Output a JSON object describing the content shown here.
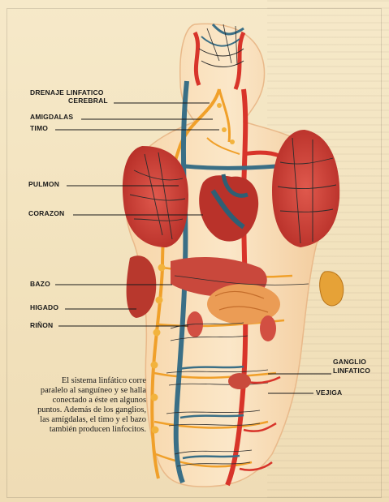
{
  "labels": {
    "drenaje_1": "DRENAJE LINFATICO",
    "drenaje_2": "CEREBRAL",
    "amigdalas": "AMIGDALAS",
    "timo": "TIMO",
    "pulmon": "PULMON",
    "corazon": "CORAZON",
    "bazo": "BAZO",
    "higado": "HIGADO",
    "rinon": "RIÑON",
    "ganglio_1": "GANGLIO",
    "ganglio_2": "LINFATICO",
    "vejiga": "VEJIGA"
  },
  "caption": "El sistema linfático corre paralelo al sanguíneo y se halla conectado a éste en algunos puntos. Además de los ganglios, las amígdalas, el timo y el bazo también producen linfocitos.",
  "colors": {
    "artery": "#d8342a",
    "vein": "#3a6f86",
    "lymph": "#f0a02a",
    "organ": "#c94a3c",
    "background": "#f4e6c4"
  }
}
